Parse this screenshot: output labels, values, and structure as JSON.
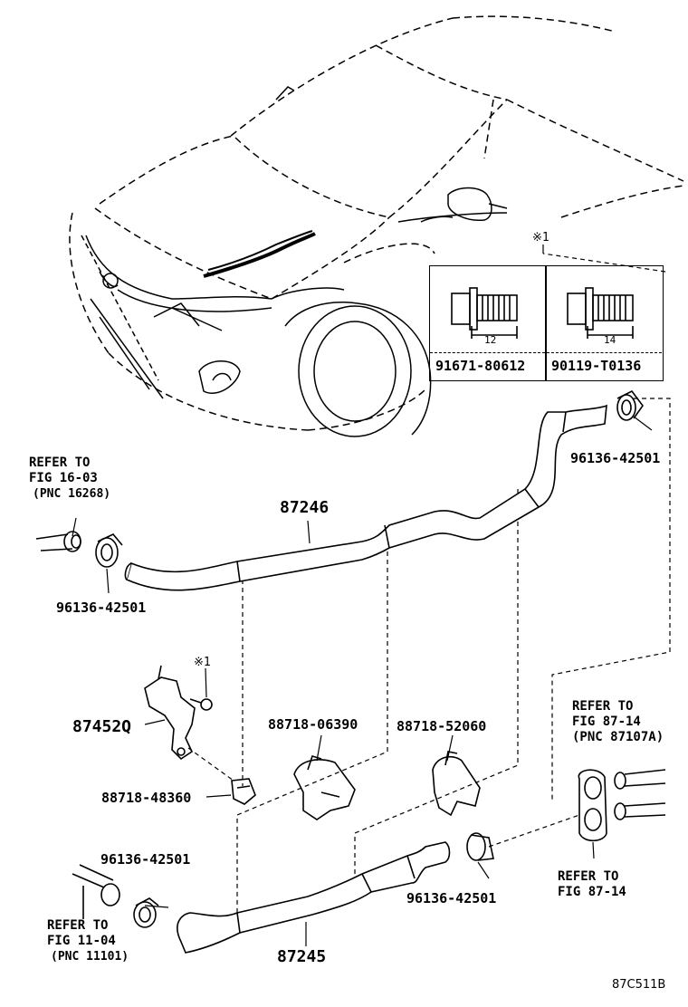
{
  "diagram": {
    "code": "87C511B",
    "parts": {
      "hose_upper": "87246",
      "hose_lower": "87245",
      "bracket": "87452Q",
      "clamp_a": "88718-06390",
      "clamp_b": "88718-52060",
      "clamp_c": "88718-48360",
      "clip_upper_right": "96136-42501",
      "clip_upper_left": "96136-42501",
      "clip_lower_left": "96136-42501",
      "clip_lower_mid": "96136-42501"
    },
    "refer": {
      "fig_16_03": {
        "l1": "REFER TO",
        "l2": "FIG 16-03",
        "l3": "(PNC 16268)"
      },
      "fig_87_14a": {
        "l1": "REFER TO",
        "l2": "FIG 87-14",
        "l3": "(PNC 87107A)"
      },
      "fig_87_14b": {
        "l1": "REFER TO",
        "l2": "FIG 87-14"
      },
      "fig_11_04": {
        "l1": "REFER TO",
        "l2": "FIG 11-04",
        "l3": "(PNC 11101)"
      }
    },
    "note_mark": "※1",
    "inset": {
      "mark": "※1",
      "bolt_left": {
        "part": "91671-80612",
        "length": "12"
      },
      "bolt_right": {
        "part": "90119-T0136",
        "length": "14"
      }
    }
  }
}
